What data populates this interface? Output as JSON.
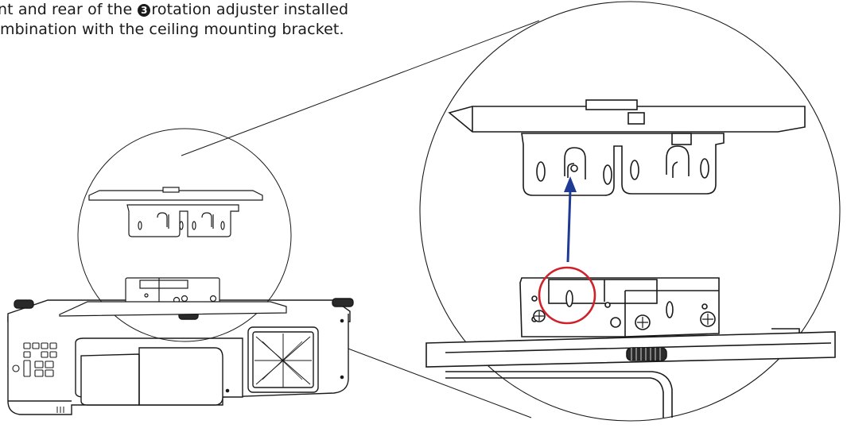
{
  "caption": {
    "line1_before": "nt and rear of the ",
    "step_number": "3",
    "line1_after": "rotation adjuster installed",
    "line2": "mbination with the ceiling mounting bracket."
  },
  "colors": {
    "line": "#1a1a1a",
    "arrow": "#1f3a93",
    "highlight_circle": "#d0202a",
    "background": "#ffffff"
  },
  "icons": {
    "arrow": "arrow-up-icon",
    "highlight": "highlight-circle-icon",
    "step": "step-number-icon"
  }
}
